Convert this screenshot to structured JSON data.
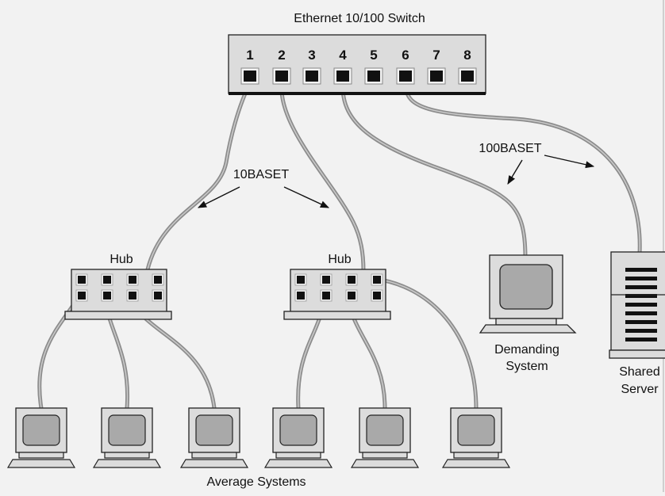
{
  "switch": {
    "title": "Ethernet 10/100 Switch",
    "ports": [
      "1",
      "2",
      "3",
      "4",
      "5",
      "6",
      "7",
      "8"
    ]
  },
  "labels": {
    "ten_baset": "10BASET",
    "hundred_baset": "100BASET",
    "hub_left": "Hub",
    "hub_right": "Hub",
    "demanding_line1": "Demanding",
    "demanding_line2": "System",
    "shared_line1": "Shared",
    "shared_line2": "Server",
    "average": "Average Systems"
  },
  "colors": {
    "background": "#f2f2f2",
    "device_fill": "#dcdcdc",
    "port_fill": "#111111",
    "cable": "#8c8c8c",
    "screen_fill": "#a9a9a9"
  }
}
